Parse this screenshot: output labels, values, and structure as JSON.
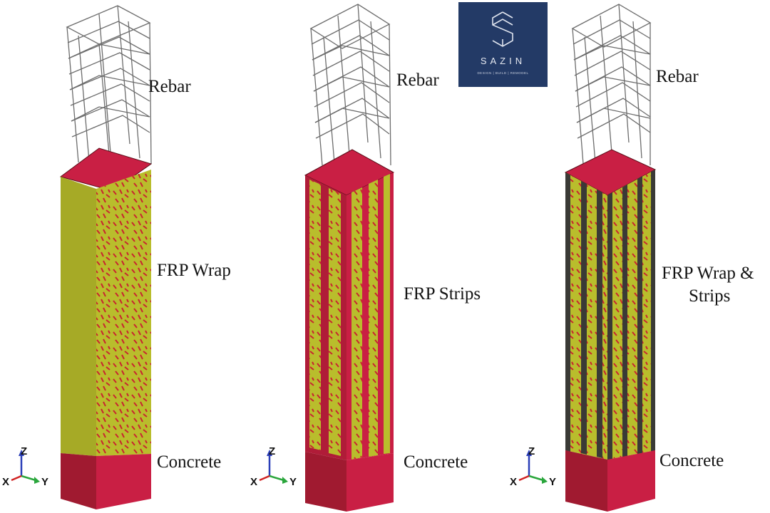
{
  "logo": {
    "brand": "SAZIN",
    "tagline": "DESIGN  |  BUILD  |  REMODEL",
    "icon": "stacked-s-monogram-icon"
  },
  "columns": [
    {
      "rebar_label": "Rebar",
      "frp_label": "FRP Wrap",
      "frp_label_line2": "",
      "concrete_label": "Concrete",
      "variant": "wrap"
    },
    {
      "rebar_label": "Rebar",
      "frp_label": "FRP Strips",
      "frp_label_line2": "",
      "concrete_label": "Concrete",
      "variant": "strips"
    },
    {
      "rebar_label": "Rebar",
      "frp_label": "FRP Wrap &",
      "frp_label_line2": "Strips",
      "concrete_label": "Concrete",
      "variant": "wrap-strips"
    }
  ],
  "axes": {
    "z": "Z",
    "x": "X",
    "y": "Y"
  },
  "colors": {
    "concrete_top": "#c91f44",
    "concrete_front": "#a01a30",
    "concrete_side": "#7d1424",
    "frp_face": "#b9bd2c",
    "frp_dark_face": "#8e8f1e",
    "frp_speckle": "#c8252f",
    "strip_dark": "#3a3a36",
    "rebar_line": "#6c6c6c",
    "logo_bg": "#233a66",
    "axis_z": "#2b3fb8",
    "axis_y": "#2aa63c",
    "axis_x": "#d02323"
  }
}
